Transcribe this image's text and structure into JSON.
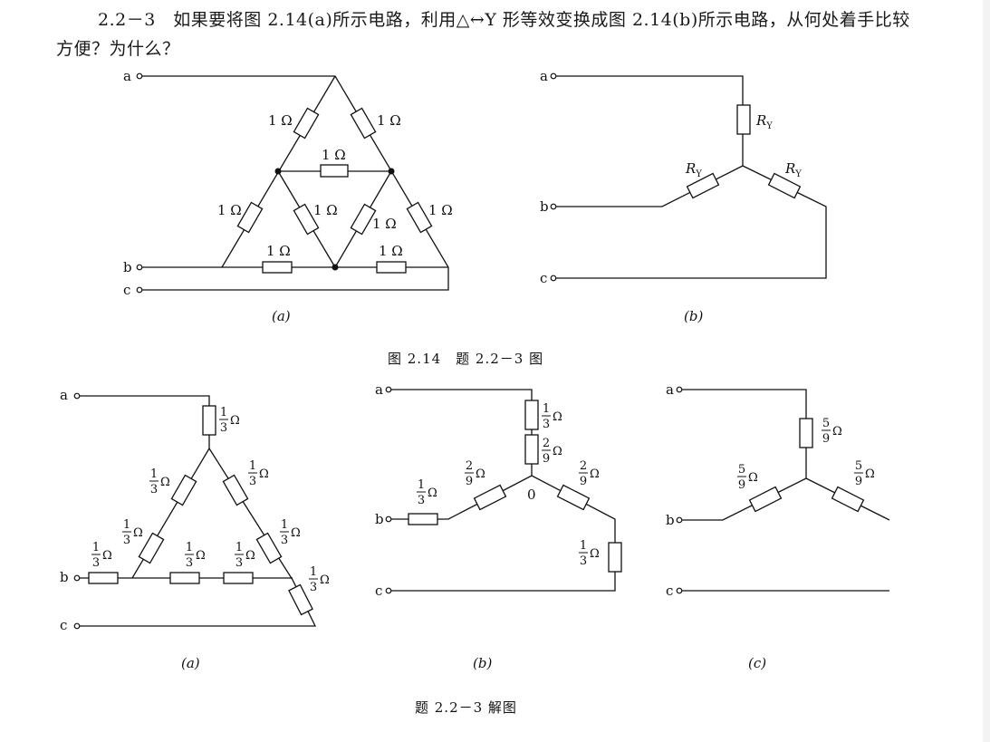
{
  "problem": {
    "text": "2.2－3　如果要将图 2.14(a)所示电路，利用△↔Y 形等效变换成图 2.14(b)所示电路，从何处着手比较方便？为什么？"
  },
  "figure_top": {
    "caption": "图 2.14　题 2.2－3 图",
    "a": {
      "sub": "(a)",
      "terminals": [
        "a",
        "b",
        "c"
      ],
      "labels": [
        "1 Ω",
        "1 Ω",
        "1 Ω",
        "1 Ω",
        "1 Ω",
        "1 Ω",
        "1 Ω",
        "1 Ω",
        "1 Ω"
      ]
    },
    "b": {
      "sub": "(b)",
      "terminals": [
        "a",
        "b",
        "c"
      ],
      "r_symbol": "R",
      "r_sub": "Y"
    }
  },
  "figure_bottom": {
    "caption": "题 2.2－3 解图",
    "a": {
      "sub": "(a)",
      "terminals": [
        "a",
        "b",
        "c"
      ],
      "frac_num": "1",
      "frac_den": "3",
      "unit": "Ω"
    },
    "b": {
      "sub": "(b)",
      "terminals": [
        "a",
        "b",
        "c"
      ],
      "node": "0",
      "fractions": [
        {
          "num": "1",
          "den": "3",
          "unit": "Ω"
        },
        {
          "num": "2",
          "den": "9",
          "unit": "Ω"
        },
        {
          "num": "1",
          "den": "3",
          "unit": "Ω"
        },
        {
          "num": "2",
          "den": "9",
          "unit": "Ω"
        },
        {
          "num": "2",
          "den": "9",
          "unit": "Ω"
        },
        {
          "num": "1",
          "den": "3",
          "unit": "Ω"
        }
      ]
    },
    "c": {
      "sub": "(c)",
      "terminals": [
        "a",
        "b",
        "c"
      ],
      "fractions": [
        {
          "num": "5",
          "den": "9",
          "unit": "Ω"
        },
        {
          "num": "5",
          "den": "9",
          "unit": "Ω"
        },
        {
          "num": "5",
          "den": "9",
          "unit": "Ω"
        }
      ]
    }
  }
}
